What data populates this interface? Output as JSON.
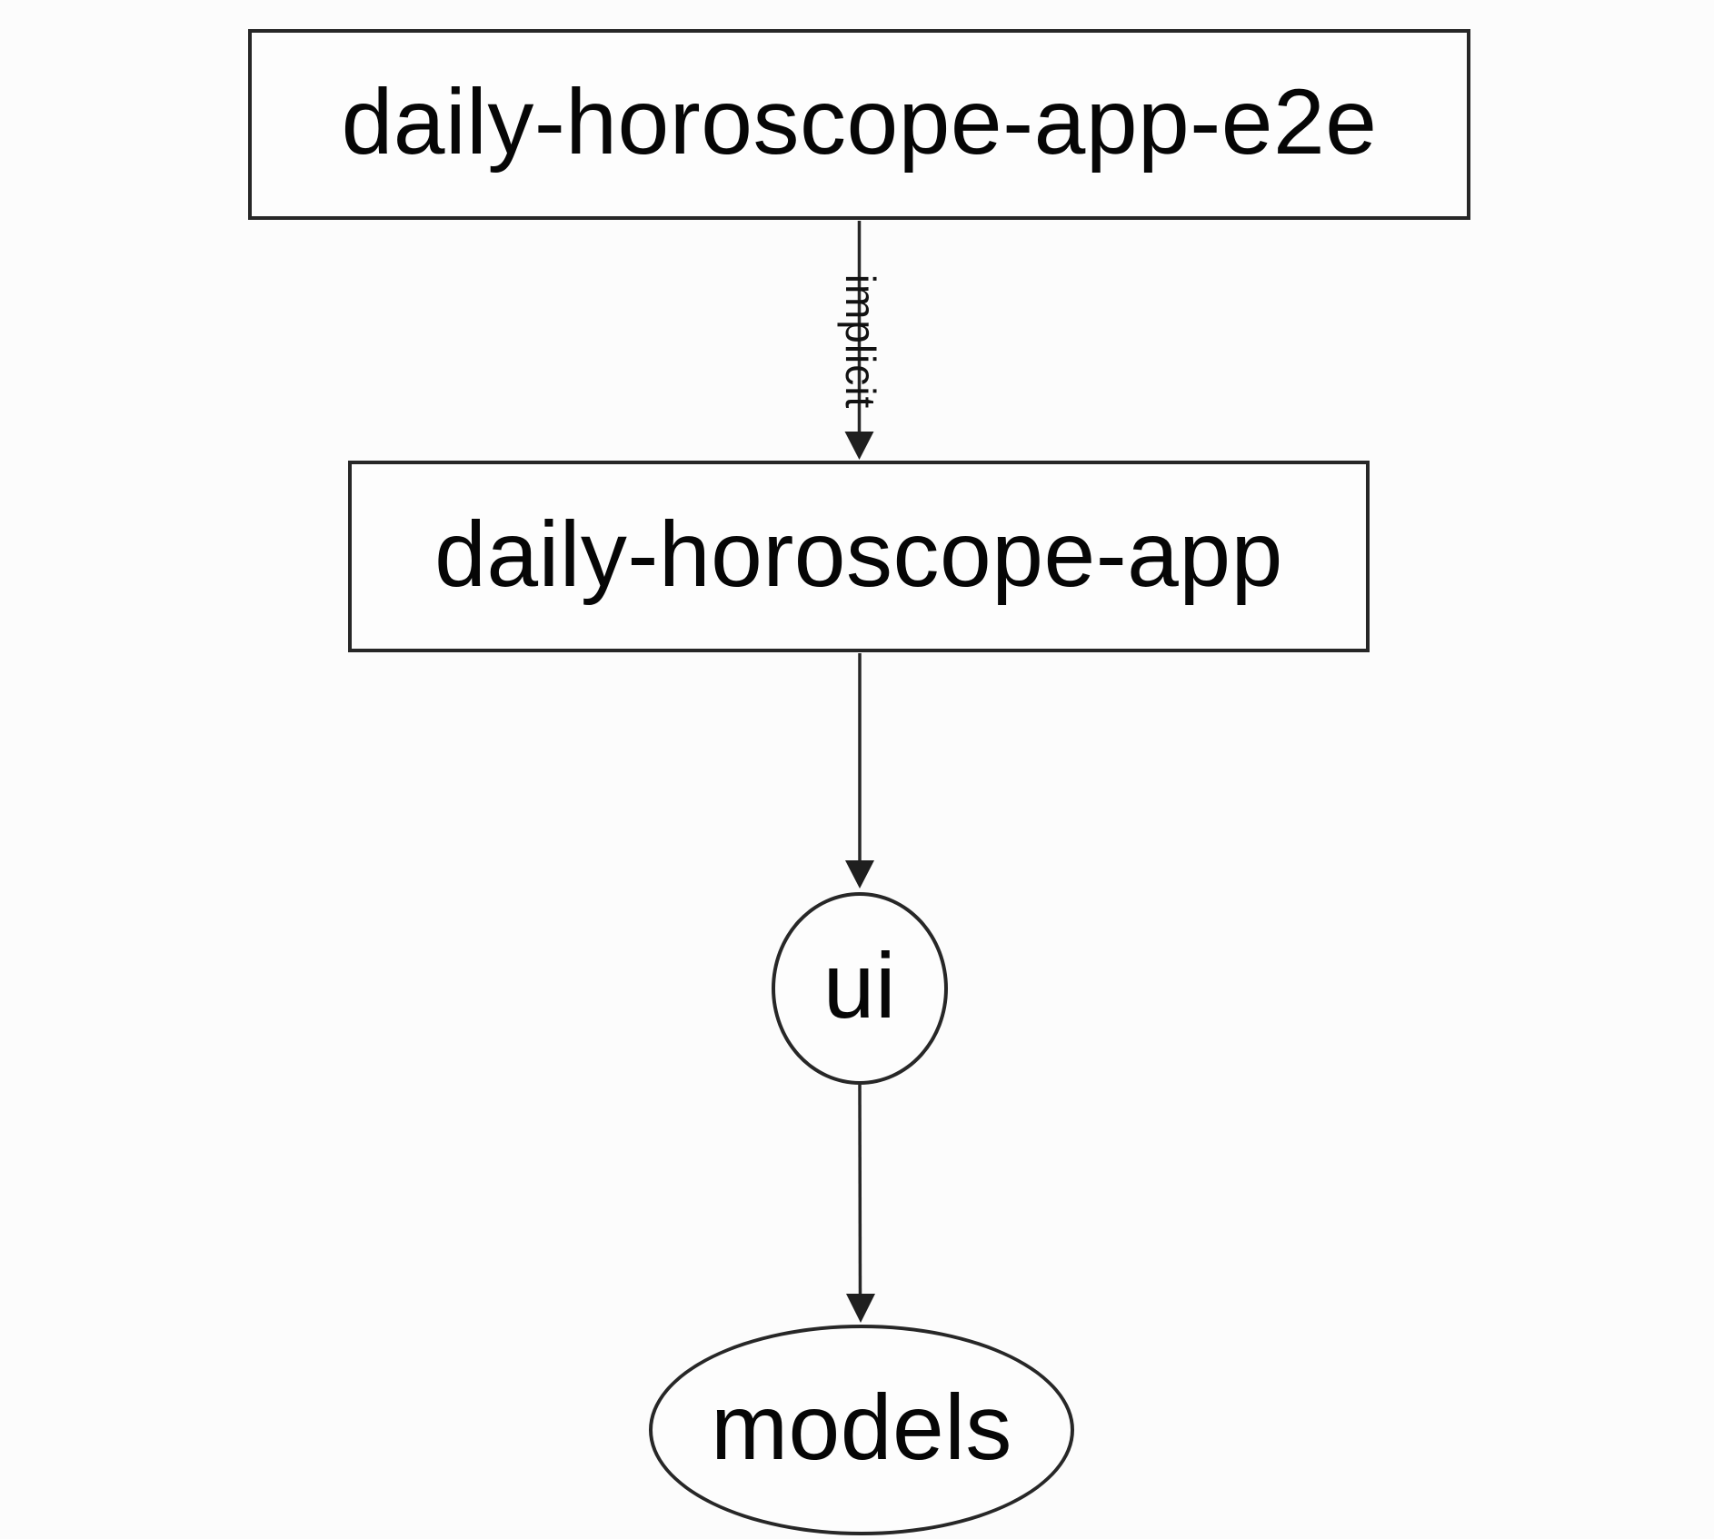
{
  "diagram": {
    "background_color": "#fcfcfc",
    "stroke_color": "#272727",
    "text_color": "#060606",
    "nodes": [
      {
        "id": "daily-horoscope-app-e2e",
        "label": "daily-horoscope-app-e2e",
        "shape": "rectangle"
      },
      {
        "id": "daily-horoscope-app",
        "label": "daily-horoscope-app",
        "shape": "rectangle"
      },
      {
        "id": "ui",
        "label": "ui",
        "shape": "ellipse"
      },
      {
        "id": "models",
        "label": "models",
        "shape": "ellipse"
      }
    ],
    "edges": [
      {
        "from": "daily-horoscope-app-e2e",
        "to": "daily-horoscope-app",
        "label": "implicit"
      },
      {
        "from": "daily-horoscope-app",
        "to": "ui",
        "label": ""
      },
      {
        "from": "ui",
        "to": "models",
        "label": ""
      }
    ]
  }
}
